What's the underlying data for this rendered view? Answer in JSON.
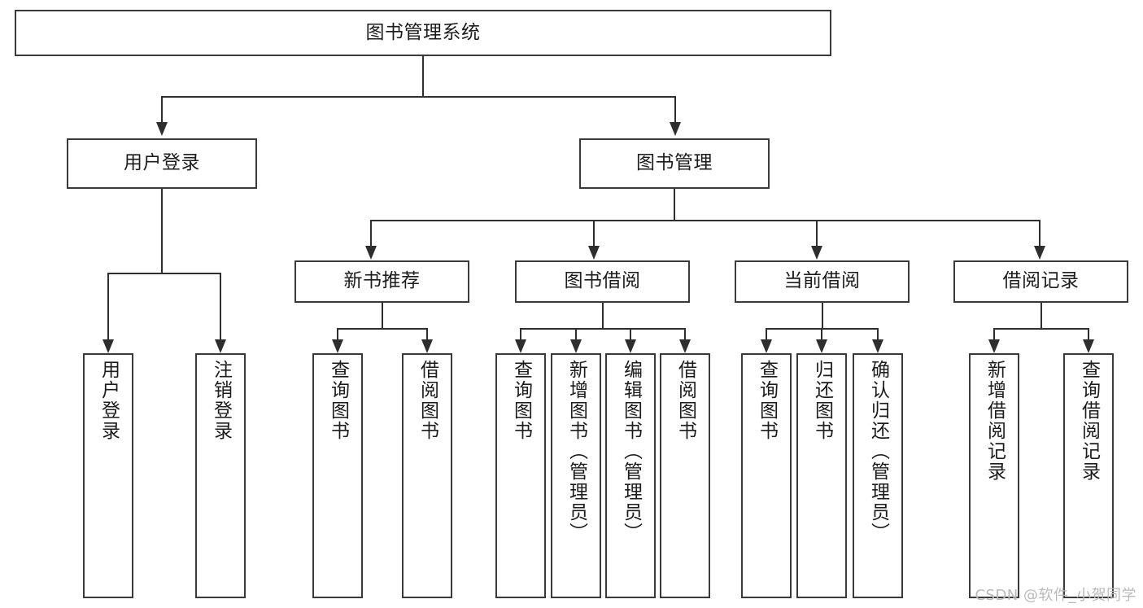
{
  "diagram": {
    "title": "图书管理系统",
    "type": "hierarchy-tree",
    "root": {
      "label": "图书管理系统"
    },
    "level2": [
      {
        "label": "用户登录"
      },
      {
        "label": "图书管理"
      }
    ],
    "level3": [
      {
        "label": "新书推荐"
      },
      {
        "label": "图书借阅"
      },
      {
        "label": "当前借阅"
      },
      {
        "label": "借阅记录"
      }
    ],
    "leaves": {
      "user_login": [
        {
          "label": "用户登录"
        },
        {
          "label": "注销登录"
        }
      ],
      "new_book_recommend": [
        {
          "label": "查询图书"
        },
        {
          "label": "借阅图书"
        }
      ],
      "book_borrow": [
        {
          "label": "查询图书"
        },
        {
          "label": "新增图书（管理员）"
        },
        {
          "label": "编辑图书（管理员）"
        },
        {
          "label": "借阅图书"
        }
      ],
      "current_borrow": [
        {
          "label": "查询图书"
        },
        {
          "label": "归还图书"
        },
        {
          "label": "确认归还（管理员）"
        }
      ],
      "borrow_record": [
        {
          "label": "新增借阅记录"
        },
        {
          "label": "查询借阅记录"
        }
      ]
    }
  },
  "watermark": {
    "text": "CSDN @软件_小贺同学"
  },
  "colors": {
    "box_border": "#3a3a3a",
    "connector": "#2e2e2e",
    "background": "#ffffff",
    "watermark": "#b9b9b9"
  }
}
